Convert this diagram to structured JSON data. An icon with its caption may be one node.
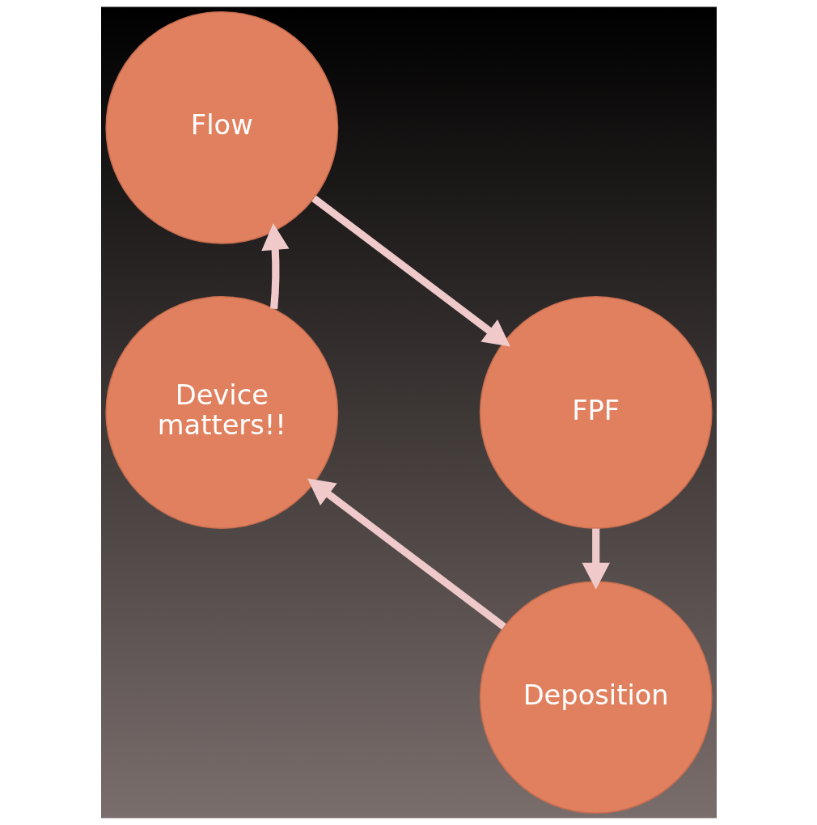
{
  "diagram": {
    "nodes": [
      {
        "text": [
          "Flow"
        ]
      },
      {
        "text": [
          "FPF"
        ]
      },
      {
        "text": [
          "Deposition"
        ]
      },
      {
        "text": [
          "Device matters!!"
        ]
      }
    ],
    "edges": [
      {
        "from": 0,
        "to": 1,
        "arrow": "to"
      },
      {
        "from": 1,
        "to": 2,
        "arrow": "to"
      },
      {
        "from": 2,
        "to": 3,
        "arrow": "to"
      },
      {
        "from": 3,
        "to": 0,
        "arrow": "to"
      }
    ]
  }
}
